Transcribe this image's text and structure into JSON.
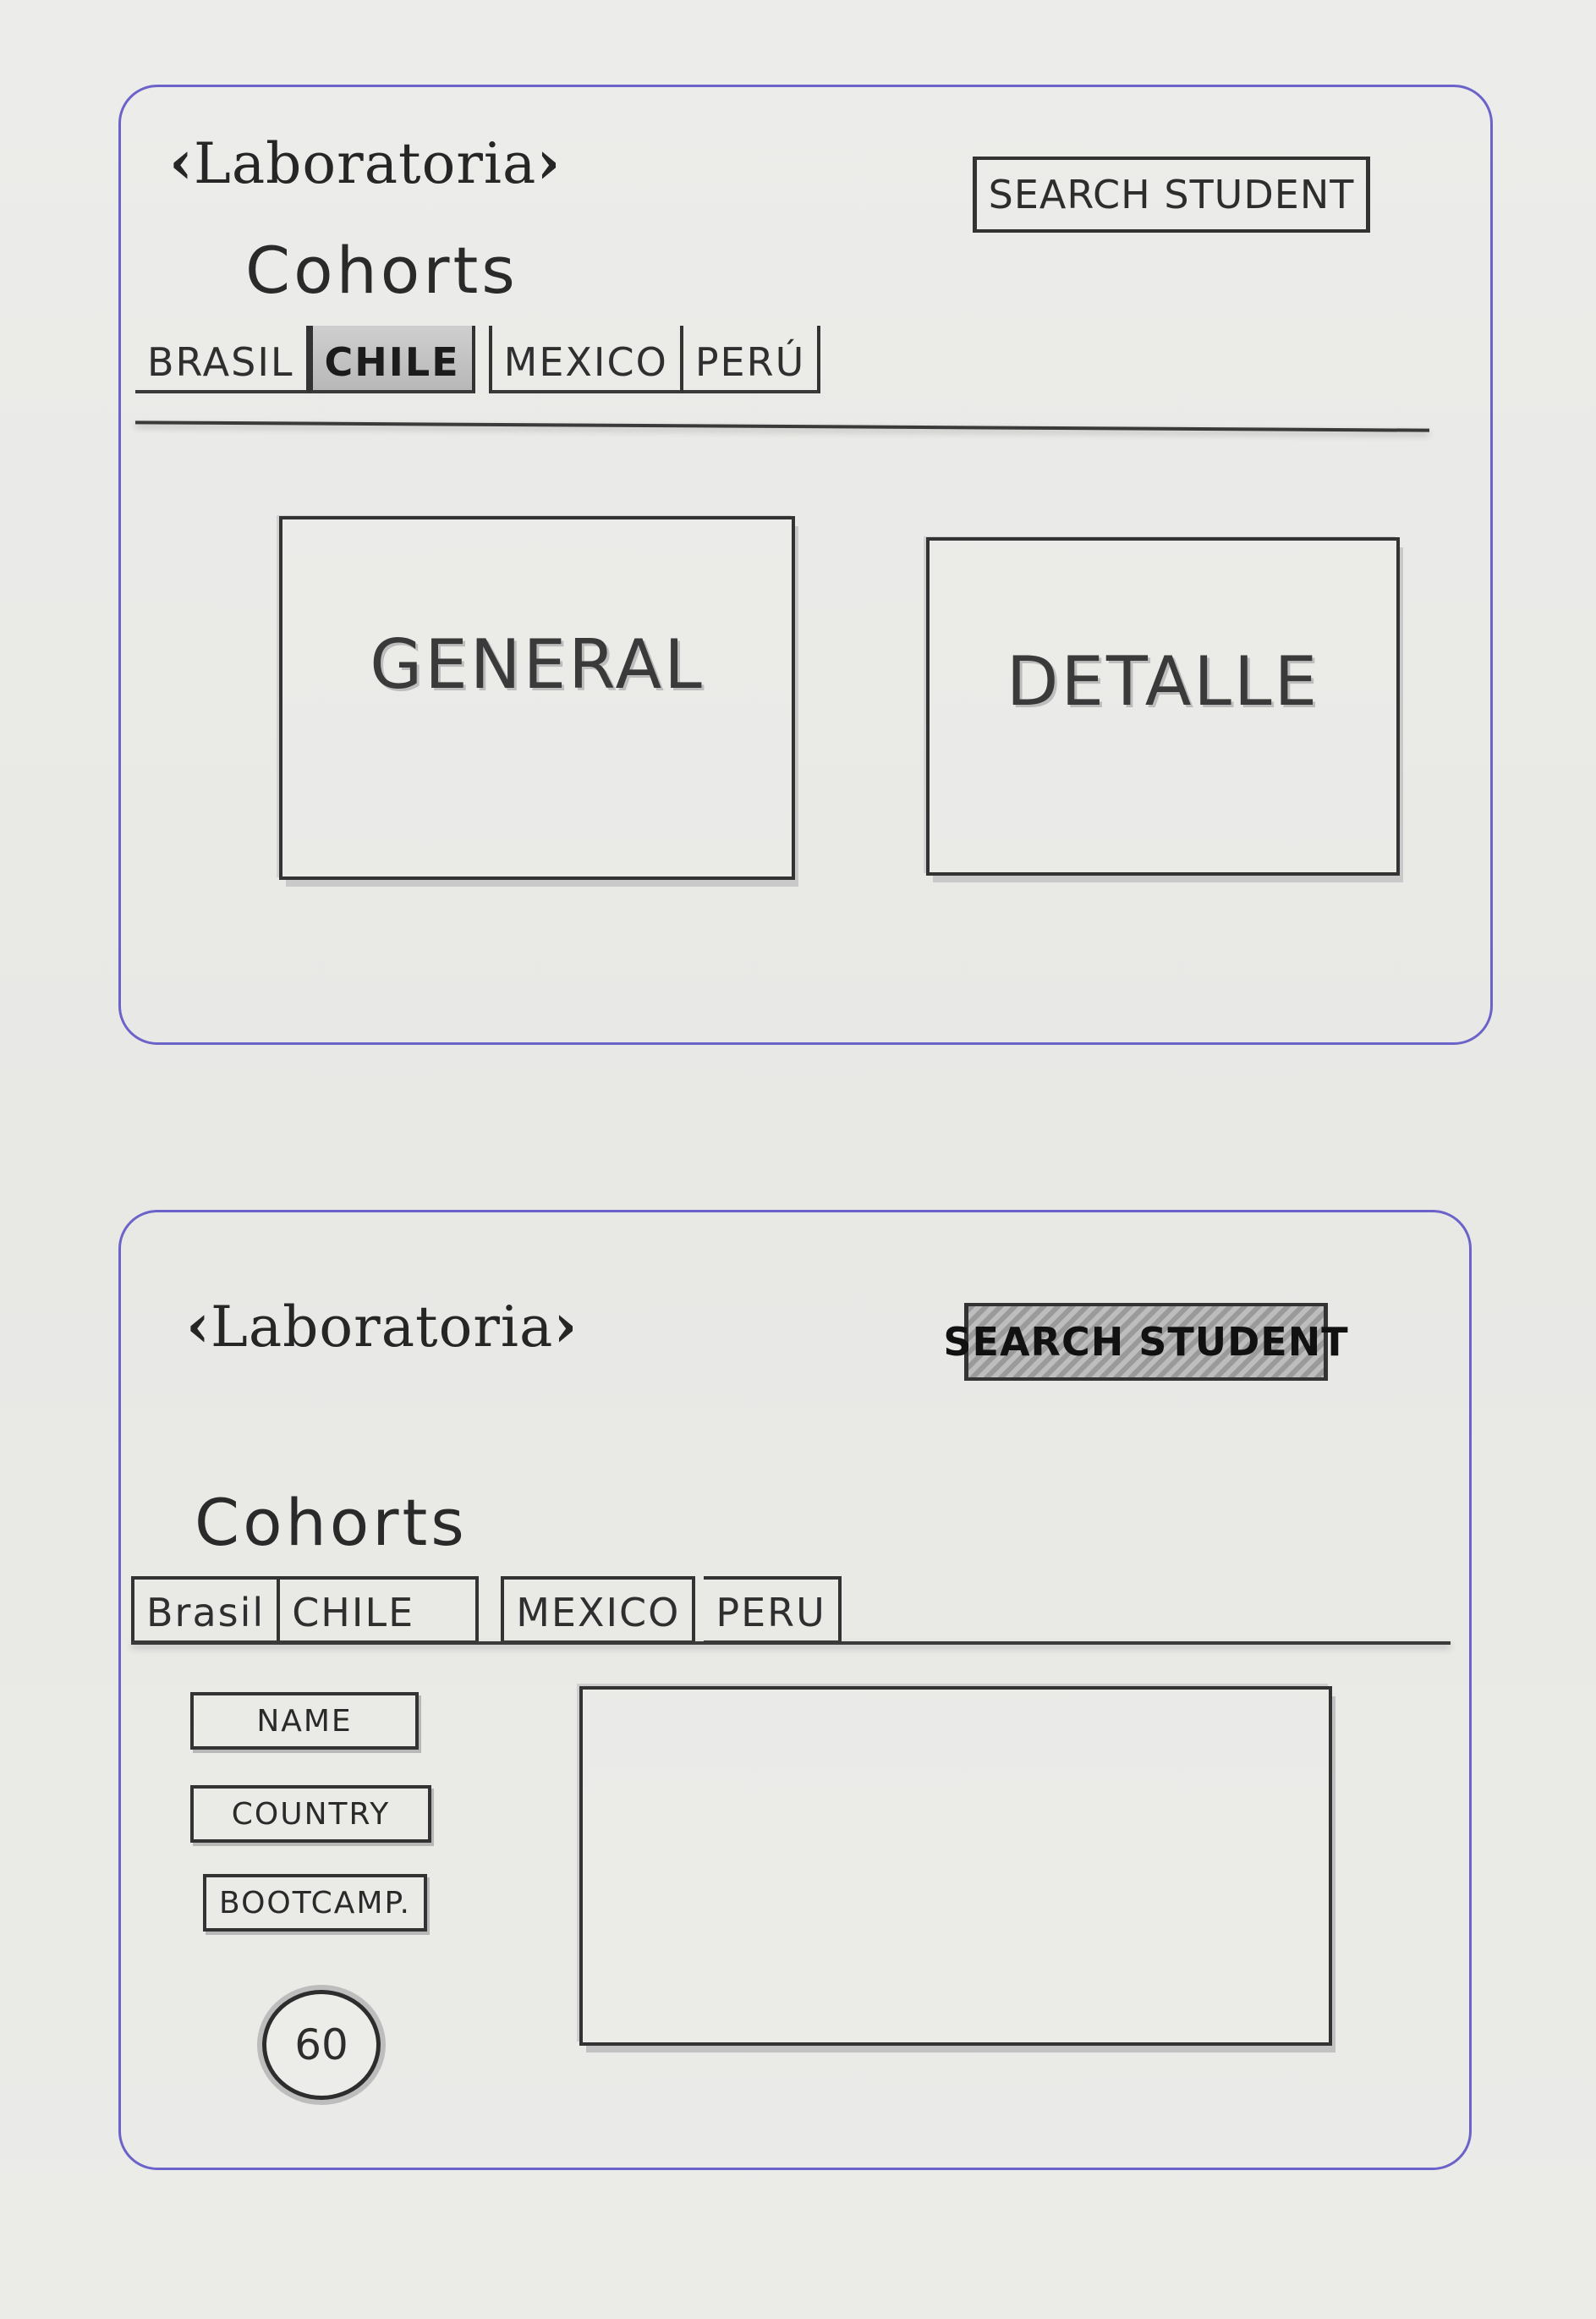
{
  "screen1": {
    "logo": "Laboratoria",
    "search_button": "SEARCH STUDENT",
    "title": "Cohorts",
    "tabs": [
      {
        "label": "BRASIL"
      },
      {
        "label": "CHILE"
      },
      {
        "label": "MEXICO"
      },
      {
        "label": "PERÚ"
      }
    ],
    "selected_tab": "CHILE",
    "panels": {
      "general": "GENERAL",
      "detalle": "DETALLE"
    }
  },
  "screen2": {
    "logo": "Laboratoria",
    "search_button": "SEARCH STUDENT",
    "title": "Cohorts",
    "tabs": [
      {
        "label": "Brasil"
      },
      {
        "label": "CHILE"
      },
      {
        "label": "MEXICO"
      },
      {
        "label": "PERU"
      }
    ],
    "filters": {
      "name": "NAME",
      "country": "COUNTRY",
      "bootcamp": "BOOTCAMP."
    },
    "count_badge": "60"
  },
  "colors": {
    "frame_stroke": "#6b63c9",
    "pencil": "#2b2b2b",
    "paper": "#ebebe8",
    "shading": "#bdbdbd"
  }
}
